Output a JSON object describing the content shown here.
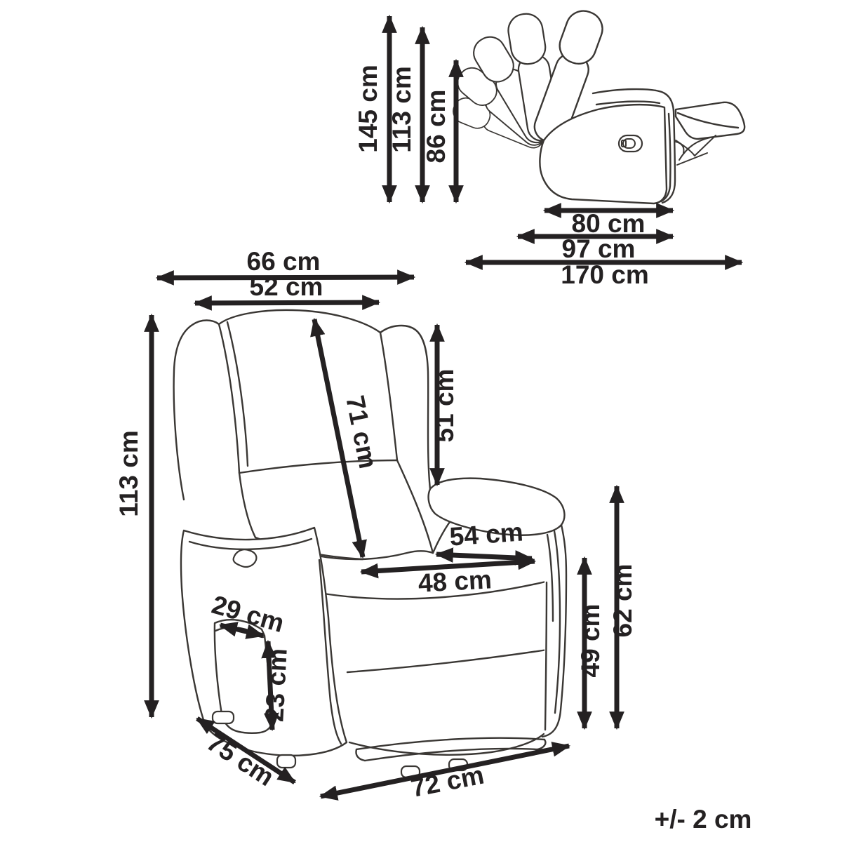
{
  "title": "Recliner armchair dimensions diagram",
  "colors": {
    "background": "#ffffff",
    "line": "#3a3734",
    "dimension": "#242122"
  },
  "tolerance": {
    "label": "+/- 2 cm"
  },
  "side_view": {
    "name": "side view with reclining backrest positions and extended footrest",
    "dims": {
      "height_total": {
        "label": "145 cm"
      },
      "height_backrest": {
        "label": "113 cm"
      },
      "height_seatback": {
        "label": "86 cm"
      },
      "depth_seat": {
        "label": "80 cm"
      },
      "depth_body": {
        "label": "97 cm"
      },
      "length_reclined": {
        "label": "170 cm"
      }
    }
  },
  "front_view": {
    "name": "front three-quarter view of recliner",
    "dims": {
      "width_back_top": {
        "label": "66 cm"
      },
      "width_headrest": {
        "label": "52 cm"
      },
      "height_total": {
        "label": "113 cm"
      },
      "backrest_diagonal": {
        "label": "71 cm"
      },
      "backrest_height": {
        "label": "51 cm"
      },
      "seat_width_rear": {
        "label": "54 cm"
      },
      "seat_width_front": {
        "label": "48 cm"
      },
      "pocket_width": {
        "label": "29 cm"
      },
      "pocket_height": {
        "label": "23 cm"
      },
      "seat_height": {
        "label": "49 cm"
      },
      "armrest_height": {
        "label": "62 cm"
      },
      "base_depth": {
        "label": "75 cm"
      },
      "base_width": {
        "label": "72 cm"
      }
    }
  }
}
